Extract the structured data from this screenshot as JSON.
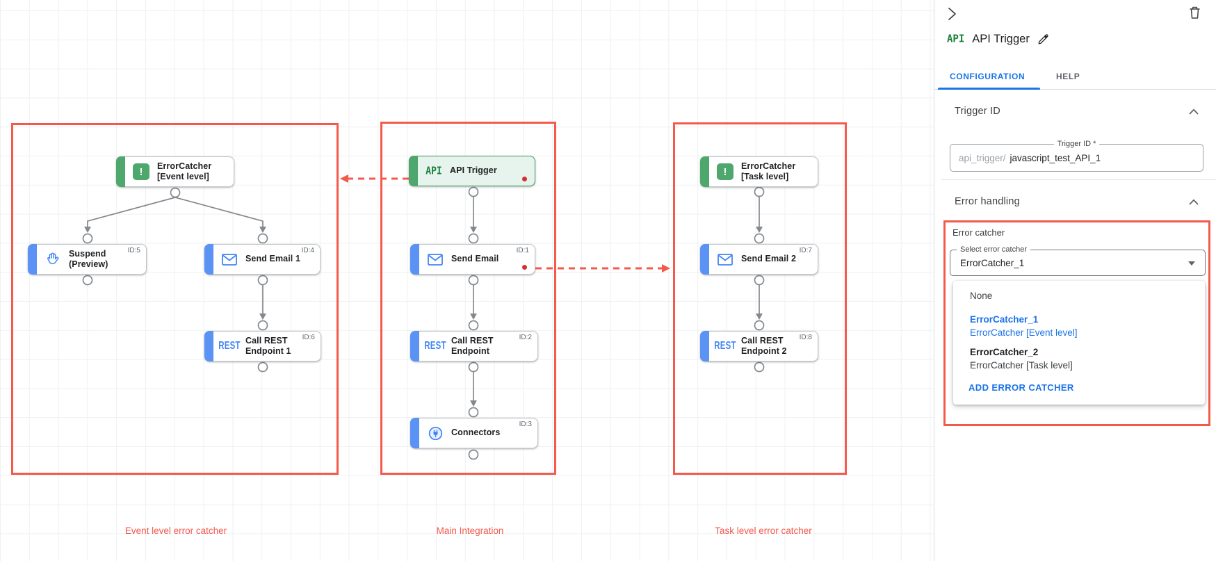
{
  "colors": {
    "highlight_red": "#f4594c",
    "primary_blue": "#1a73e8",
    "icon_blue": "#4285f4",
    "node_blue_tab": "#5b93f5",
    "node_green": "#4ea76c",
    "api_green": "#188038",
    "red_dot": "#d2312c",
    "text_dark": "#202124",
    "text_gray": "#5f6368"
  },
  "canvas": {
    "icons": {
      "api_text": "API",
      "rest_text": "REST",
      "error_text": "!"
    },
    "groups": [
      {
        "label": "Event level error catcher"
      },
      {
        "label": "Main Integration"
      },
      {
        "label": "Task level error catcher"
      }
    ],
    "nodes": [
      {
        "line1": "ErrorCatcher",
        "line2": "[Event level]",
        "id": ""
      },
      {
        "line1": "Suspend",
        "line2": "(Preview)",
        "id": "ID:5"
      },
      {
        "line1": "Send Email 1",
        "line2": "",
        "id": "ID:4"
      },
      {
        "line1": "Call REST",
        "line2": "Endpoint 1",
        "id": "ID:6"
      },
      {
        "line1": "API Trigger",
        "line2": "",
        "id": ""
      },
      {
        "line1": "Send Email",
        "line2": "",
        "id": "ID:1"
      },
      {
        "line1": "Call REST",
        "line2": "Endpoint",
        "id": "ID:2"
      },
      {
        "line1": "Connectors",
        "line2": "",
        "id": "ID:3"
      },
      {
        "line1": "ErrorCatcher",
        "line2": "[Task level]",
        "id": ""
      },
      {
        "line1": "Send Email 2",
        "line2": "",
        "id": "ID:7"
      },
      {
        "line1": "Call REST",
        "line2": "Endpoint 2",
        "id": "ID:8"
      }
    ]
  },
  "panel": {
    "title": "API Trigger",
    "title_icon_text": "API",
    "tabs": {
      "configuration": "CONFIGURATION",
      "help": "HELP"
    },
    "trigger_section": {
      "header": "Trigger ID",
      "field_label": "Trigger ID *",
      "field_prefix": "api_trigger/",
      "field_value": "javascript_test_API_1"
    },
    "error_section": {
      "header": "Error handling",
      "group_label": "Error catcher",
      "select_label": "Select error catcher",
      "select_value": "ErrorCatcher_1",
      "menu_items": [
        {
          "title": "None",
          "sub": ""
        },
        {
          "title": "ErrorCatcher_1",
          "sub": "ErrorCatcher [Event level]"
        },
        {
          "title": "ErrorCatcher_2",
          "sub": "ErrorCatcher [Task level]"
        }
      ],
      "add_button": "ADD ERROR CATCHER"
    }
  }
}
